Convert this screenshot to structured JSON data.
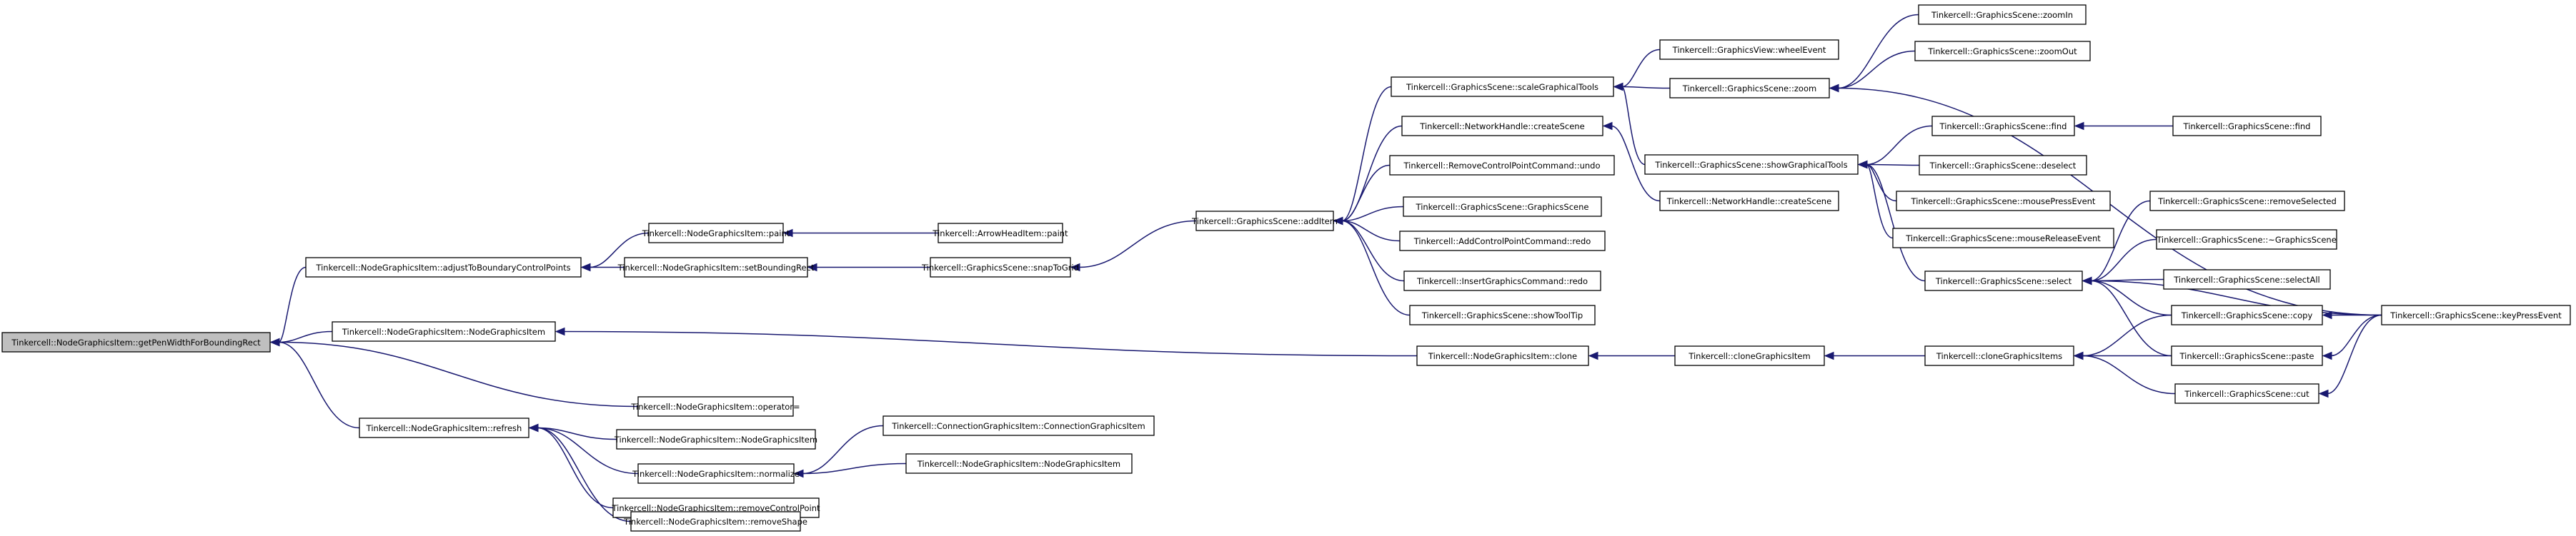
{
  "graph": {
    "nodes": [
      {
        "id": "root",
        "label": "Tinkercell::NodeGraphicsItem::getPenWidthForBoundingRect",
        "root": true
      },
      {
        "id": "adjust",
        "label": "Tinkercell::NodeGraphicsItem::adjustToBoundaryControlPoints"
      },
      {
        "id": "ngiCtor1",
        "label": "Tinkercell::NodeGraphicsItem::NodeGraphicsItem"
      },
      {
        "id": "refresh",
        "label": "Tinkercell::NodeGraphicsItem::refresh"
      },
      {
        "id": "paint",
        "label": "Tinkercell::NodeGraphicsItem::paint"
      },
      {
        "id": "setBR",
        "label": "Tinkercell::NodeGraphicsItem::setBoundingRect"
      },
      {
        "id": "opAssign",
        "label": "Tinkercell::NodeGraphicsItem::operator="
      },
      {
        "id": "ngiCtor2",
        "label": "Tinkercell::NodeGraphicsItem::NodeGraphicsItem"
      },
      {
        "id": "normalize",
        "label": "Tinkercell::NodeGraphicsItem::normalize"
      },
      {
        "id": "removeCP",
        "label": "Tinkercell::NodeGraphicsItem::removeControlPoint"
      },
      {
        "id": "removeShape",
        "label": "Tinkercell::NodeGraphicsItem::removeShape"
      },
      {
        "id": "arrowPaint",
        "label": "Tinkercell::ArrowHeadItem::paint"
      },
      {
        "id": "snapToGrid",
        "label": "Tinkercell::GraphicsScene::snapToGrid"
      },
      {
        "id": "connCtor",
        "label": "Tinkercell::ConnectionGraphicsItem::ConnectionGraphicsItem"
      },
      {
        "id": "ngiCtor3",
        "label": "Tinkercell::NodeGraphicsItem::NodeGraphicsItem"
      },
      {
        "id": "addItem",
        "label": "Tinkercell::GraphicsScene::addItem"
      },
      {
        "id": "clone",
        "label": "Tinkercell::NodeGraphicsItem::clone"
      },
      {
        "id": "scaleTools",
        "label": "Tinkercell::GraphicsScene::scaleGraphicalTools"
      },
      {
        "id": "nhCreate1",
        "label": "Tinkercell::NetworkHandle::createScene"
      },
      {
        "id": "rcpUndo",
        "label": "Tinkercell::RemoveControlPointCommand::undo"
      },
      {
        "id": "gsCtor",
        "label": "Tinkercell::GraphicsScene::GraphicsScene"
      },
      {
        "id": "acpRedo",
        "label": "Tinkercell::AddControlPointCommand::redo"
      },
      {
        "id": "igcRedo",
        "label": "Tinkercell::InsertGraphicsCommand::redo"
      },
      {
        "id": "showToolTip",
        "label": "Tinkercell::GraphicsScene::showToolTip"
      },
      {
        "id": "cloneItem",
        "label": "Tinkercell::cloneGraphicsItem"
      },
      {
        "id": "wheelEvent",
        "label": "Tinkercell::GraphicsView::wheelEvent"
      },
      {
        "id": "zoom",
        "label": "Tinkercell::GraphicsScene::zoom"
      },
      {
        "id": "showTools",
        "label": "Tinkercell::GraphicsScene::showGraphicalTools"
      },
      {
        "id": "nhCreate2",
        "label": "Tinkercell::NetworkHandle::createScene"
      },
      {
        "id": "select",
        "label": "Tinkercell::GraphicsScene::select"
      },
      {
        "id": "cloneItems",
        "label": "Tinkercell::cloneGraphicsItems"
      },
      {
        "id": "zoomIn",
        "label": "Tinkercell::GraphicsScene::zoomIn"
      },
      {
        "id": "zoomOut",
        "label": "Tinkercell::GraphicsScene::zoomOut"
      },
      {
        "id": "find1",
        "label": "Tinkercell::GraphicsScene::find"
      },
      {
        "id": "deselect",
        "label": "Tinkercell::GraphicsScene::deselect"
      },
      {
        "id": "mousePress",
        "label": "Tinkercell::GraphicsScene::mousePressEvent"
      },
      {
        "id": "mouseRelease",
        "label": "Tinkercell::GraphicsScene::mouseReleaseEvent"
      },
      {
        "id": "removeSel",
        "label": "Tinkercell::GraphicsScene::removeSelected"
      },
      {
        "id": "gsDtor",
        "label": "Tinkercell::GraphicsScene::~GraphicsScene"
      },
      {
        "id": "selectAll",
        "label": "Tinkercell::GraphicsScene::selectAll"
      },
      {
        "id": "copy",
        "label": "Tinkercell::GraphicsScene::copy"
      },
      {
        "id": "paste",
        "label": "Tinkercell::GraphicsScene::paste"
      },
      {
        "id": "cut",
        "label": "Tinkercell::GraphicsScene::cut"
      },
      {
        "id": "find2",
        "label": "Tinkercell::GraphicsScene::find"
      },
      {
        "id": "keyPress",
        "label": "Tinkercell::GraphicsScene::keyPressEvent"
      }
    ],
    "edges": [
      {
        "from": "adjust",
        "to": "root"
      },
      {
        "from": "ngiCtor1",
        "to": "root"
      },
      {
        "from": "opAssign",
        "to": "root"
      },
      {
        "from": "refresh",
        "to": "root"
      },
      {
        "from": "paint",
        "to": "adjust"
      },
      {
        "from": "setBR",
        "to": "adjust"
      },
      {
        "from": "clone",
        "to": "ngiCtor1"
      },
      {
        "from": "ngiCtor2",
        "to": "refresh"
      },
      {
        "from": "normalize",
        "to": "refresh"
      },
      {
        "from": "removeCP",
        "to": "refresh"
      },
      {
        "from": "removeShape",
        "to": "refresh"
      },
      {
        "from": "arrowPaint",
        "to": "paint"
      },
      {
        "from": "snapToGrid",
        "to": "setBR"
      },
      {
        "from": "connCtor",
        "to": "normalize"
      },
      {
        "from": "ngiCtor3",
        "to": "normalize"
      },
      {
        "from": "addItem",
        "to": "snapToGrid"
      },
      {
        "from": "scaleTools",
        "to": "addItem"
      },
      {
        "from": "nhCreate1",
        "to": "addItem"
      },
      {
        "from": "rcpUndo",
        "to": "addItem"
      },
      {
        "from": "gsCtor",
        "to": "addItem"
      },
      {
        "from": "acpRedo",
        "to": "addItem"
      },
      {
        "from": "igcRedo",
        "to": "addItem"
      },
      {
        "from": "showToolTip",
        "to": "addItem"
      },
      {
        "from": "cloneItem",
        "to": "clone"
      },
      {
        "from": "wheelEvent",
        "to": "scaleTools"
      },
      {
        "from": "zoom",
        "to": "scaleTools"
      },
      {
        "from": "showTools",
        "to": "scaleTools"
      },
      {
        "from": "nhCreate2",
        "to": "nhCreate1"
      },
      {
        "from": "cloneItems",
        "to": "cloneItem"
      },
      {
        "from": "zoomIn",
        "to": "zoom"
      },
      {
        "from": "zoomOut",
        "to": "zoom"
      },
      {
        "from": "keyPress",
        "to": "zoom"
      },
      {
        "from": "find1",
        "to": "showTools"
      },
      {
        "from": "deselect",
        "to": "showTools"
      },
      {
        "from": "mousePress",
        "to": "showTools"
      },
      {
        "from": "mouseRelease",
        "to": "showTools"
      },
      {
        "from": "select",
        "to": "showTools"
      },
      {
        "from": "removeSel",
        "to": "select"
      },
      {
        "from": "gsDtor",
        "to": "select"
      },
      {
        "from": "selectAll",
        "to": "select"
      },
      {
        "from": "copy",
        "to": "select"
      },
      {
        "from": "paste",
        "to": "select"
      },
      {
        "from": "keyPress",
        "to": "select"
      },
      {
        "from": "copy",
        "to": "cloneItems"
      },
      {
        "from": "paste",
        "to": "cloneItems"
      },
      {
        "from": "cut",
        "to": "cloneItems"
      },
      {
        "from": "find2",
        "to": "find1"
      },
      {
        "from": "keyPress",
        "to": "copy"
      },
      {
        "from": "keyPress",
        "to": "paste"
      },
      {
        "from": "keyPress",
        "to": "cut"
      }
    ]
  }
}
